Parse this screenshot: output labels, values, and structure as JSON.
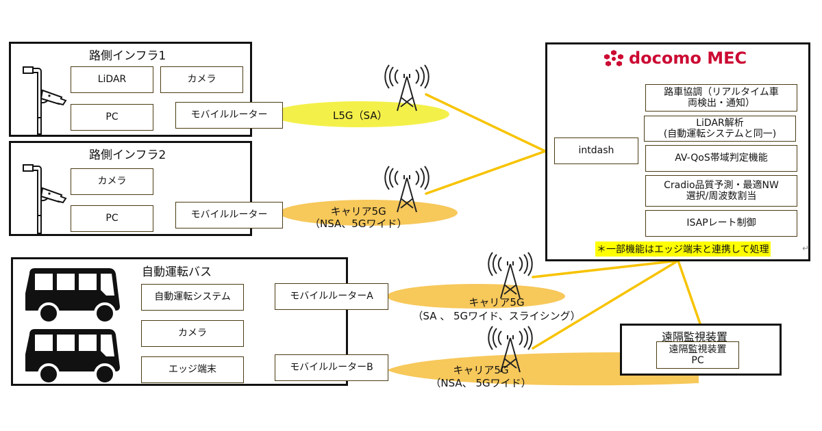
{
  "roadside_infra_1": {
    "title": "路側インフラ1",
    "devices": [
      "LiDAR",
      "カメラ",
      "PC"
    ],
    "router": "モバイルルーター"
  },
  "roadside_infra_2": {
    "title": "路側インフラ2",
    "devices": [
      "カメラ",
      "PC"
    ],
    "router": "モバイルルーター"
  },
  "autonomous_bus": {
    "title": "自動運転バス",
    "devices": [
      "自動運転システム",
      "カメラ",
      "エッジ端末"
    ],
    "router_a": "モバイルルーターA",
    "router_b": "モバイルルーターB"
  },
  "networks": {
    "l5g": {
      "line1": "L5G（SA）",
      "color": "#f4f04a"
    },
    "carrier_infra2": {
      "line1": "キャリア5G",
      "line2": "（NSA、5Gワイド）",
      "color": "#f7c85a"
    },
    "carrier_bus_a": {
      "line1": "キャリア5G",
      "line2": "（SA 、 5Gワイド、スライシング）",
      "color": "#f7c85a"
    },
    "carrier_bus_b": {
      "line1": "キャリア5G",
      "line2": "（NSA、 5Gワイド）",
      "color": "#f7c85a"
    }
  },
  "mec": {
    "logo_text": "docomo MEC",
    "brand_color": "#cc0a33",
    "intdash": "intdash",
    "functions": [
      {
        "line1": "路車協調（リアルタイム車",
        "line2": "両検出・通知）"
      },
      {
        "line1": "LiDAR解析",
        "line2": "(自動運転システムと同一)"
      },
      {
        "line1": "AV-QoS帯域判定機能",
        "line2": ""
      },
      {
        "line1": "Cradio品質予測・最適NW",
        "line2": "選択/周波数割当"
      },
      {
        "line1": "ISAPレート制御",
        "line2": ""
      }
    ],
    "note": "＊一部機能はエッジ端末と連携して処理",
    "note_mark": "↵"
  },
  "remote_monitor": {
    "title": "遠隔監視装置",
    "pc_line1": "遠隔監視装置",
    "pc_line2": "PC"
  },
  "colors": {
    "link_line": "#f7c300",
    "border": "#111111",
    "box_border": "#4a3a12"
  }
}
